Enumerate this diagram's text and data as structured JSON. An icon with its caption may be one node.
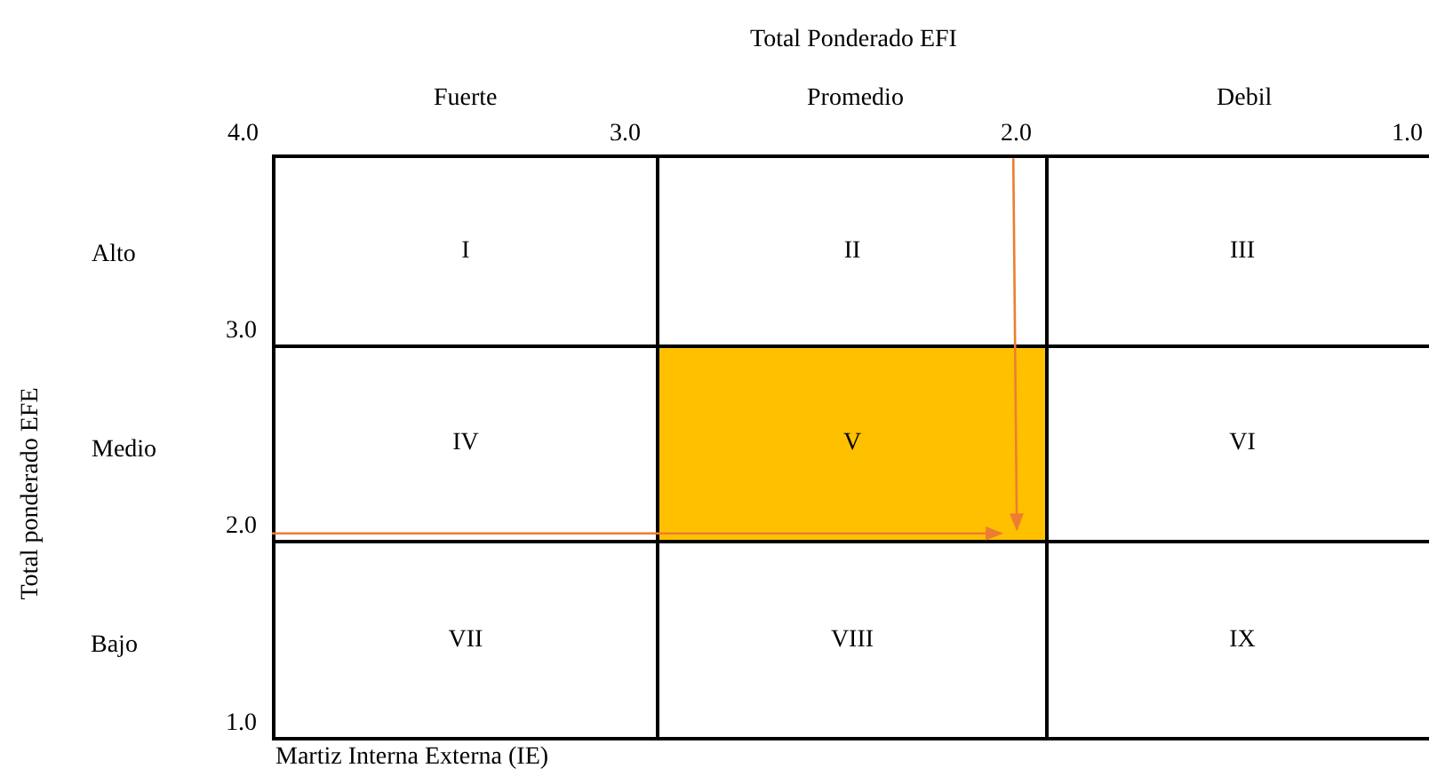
{
  "diagram": {
    "caption": "Martiz Interna Externa (IE)",
    "nodes": [
      {
        "text": [
          "I"
        ]
      },
      {
        "text": [
          "II"
        ]
      },
      {
        "text": [
          "III"
        ]
      },
      {
        "text": [
          "IV"
        ]
      },
      {
        "text": [
          "V"
        ]
      },
      {
        "text": [
          "VI"
        ]
      },
      {
        "text": [
          "VII"
        ]
      },
      {
        "text": [
          "VIII"
        ]
      },
      {
        "text": [
          "IX"
        ]
      }
    ],
    "edges": [
      {
        "from": 3,
        "to": 4,
        "arrow": "to"
      },
      {
        "from": 1,
        "to": 4,
        "arrow": "to"
      }
    ],
    "labels": [
      "Total Ponderado EFI",
      "Fuerte",
      "Promedio",
      "Debil",
      "4.0",
      "3.0",
      "2.0",
      "1.0",
      "Alto",
      "3.0",
      "Medio",
      "2.0",
      "Bajo",
      "1.0",
      "Total ponderado EFE"
    ]
  }
}
